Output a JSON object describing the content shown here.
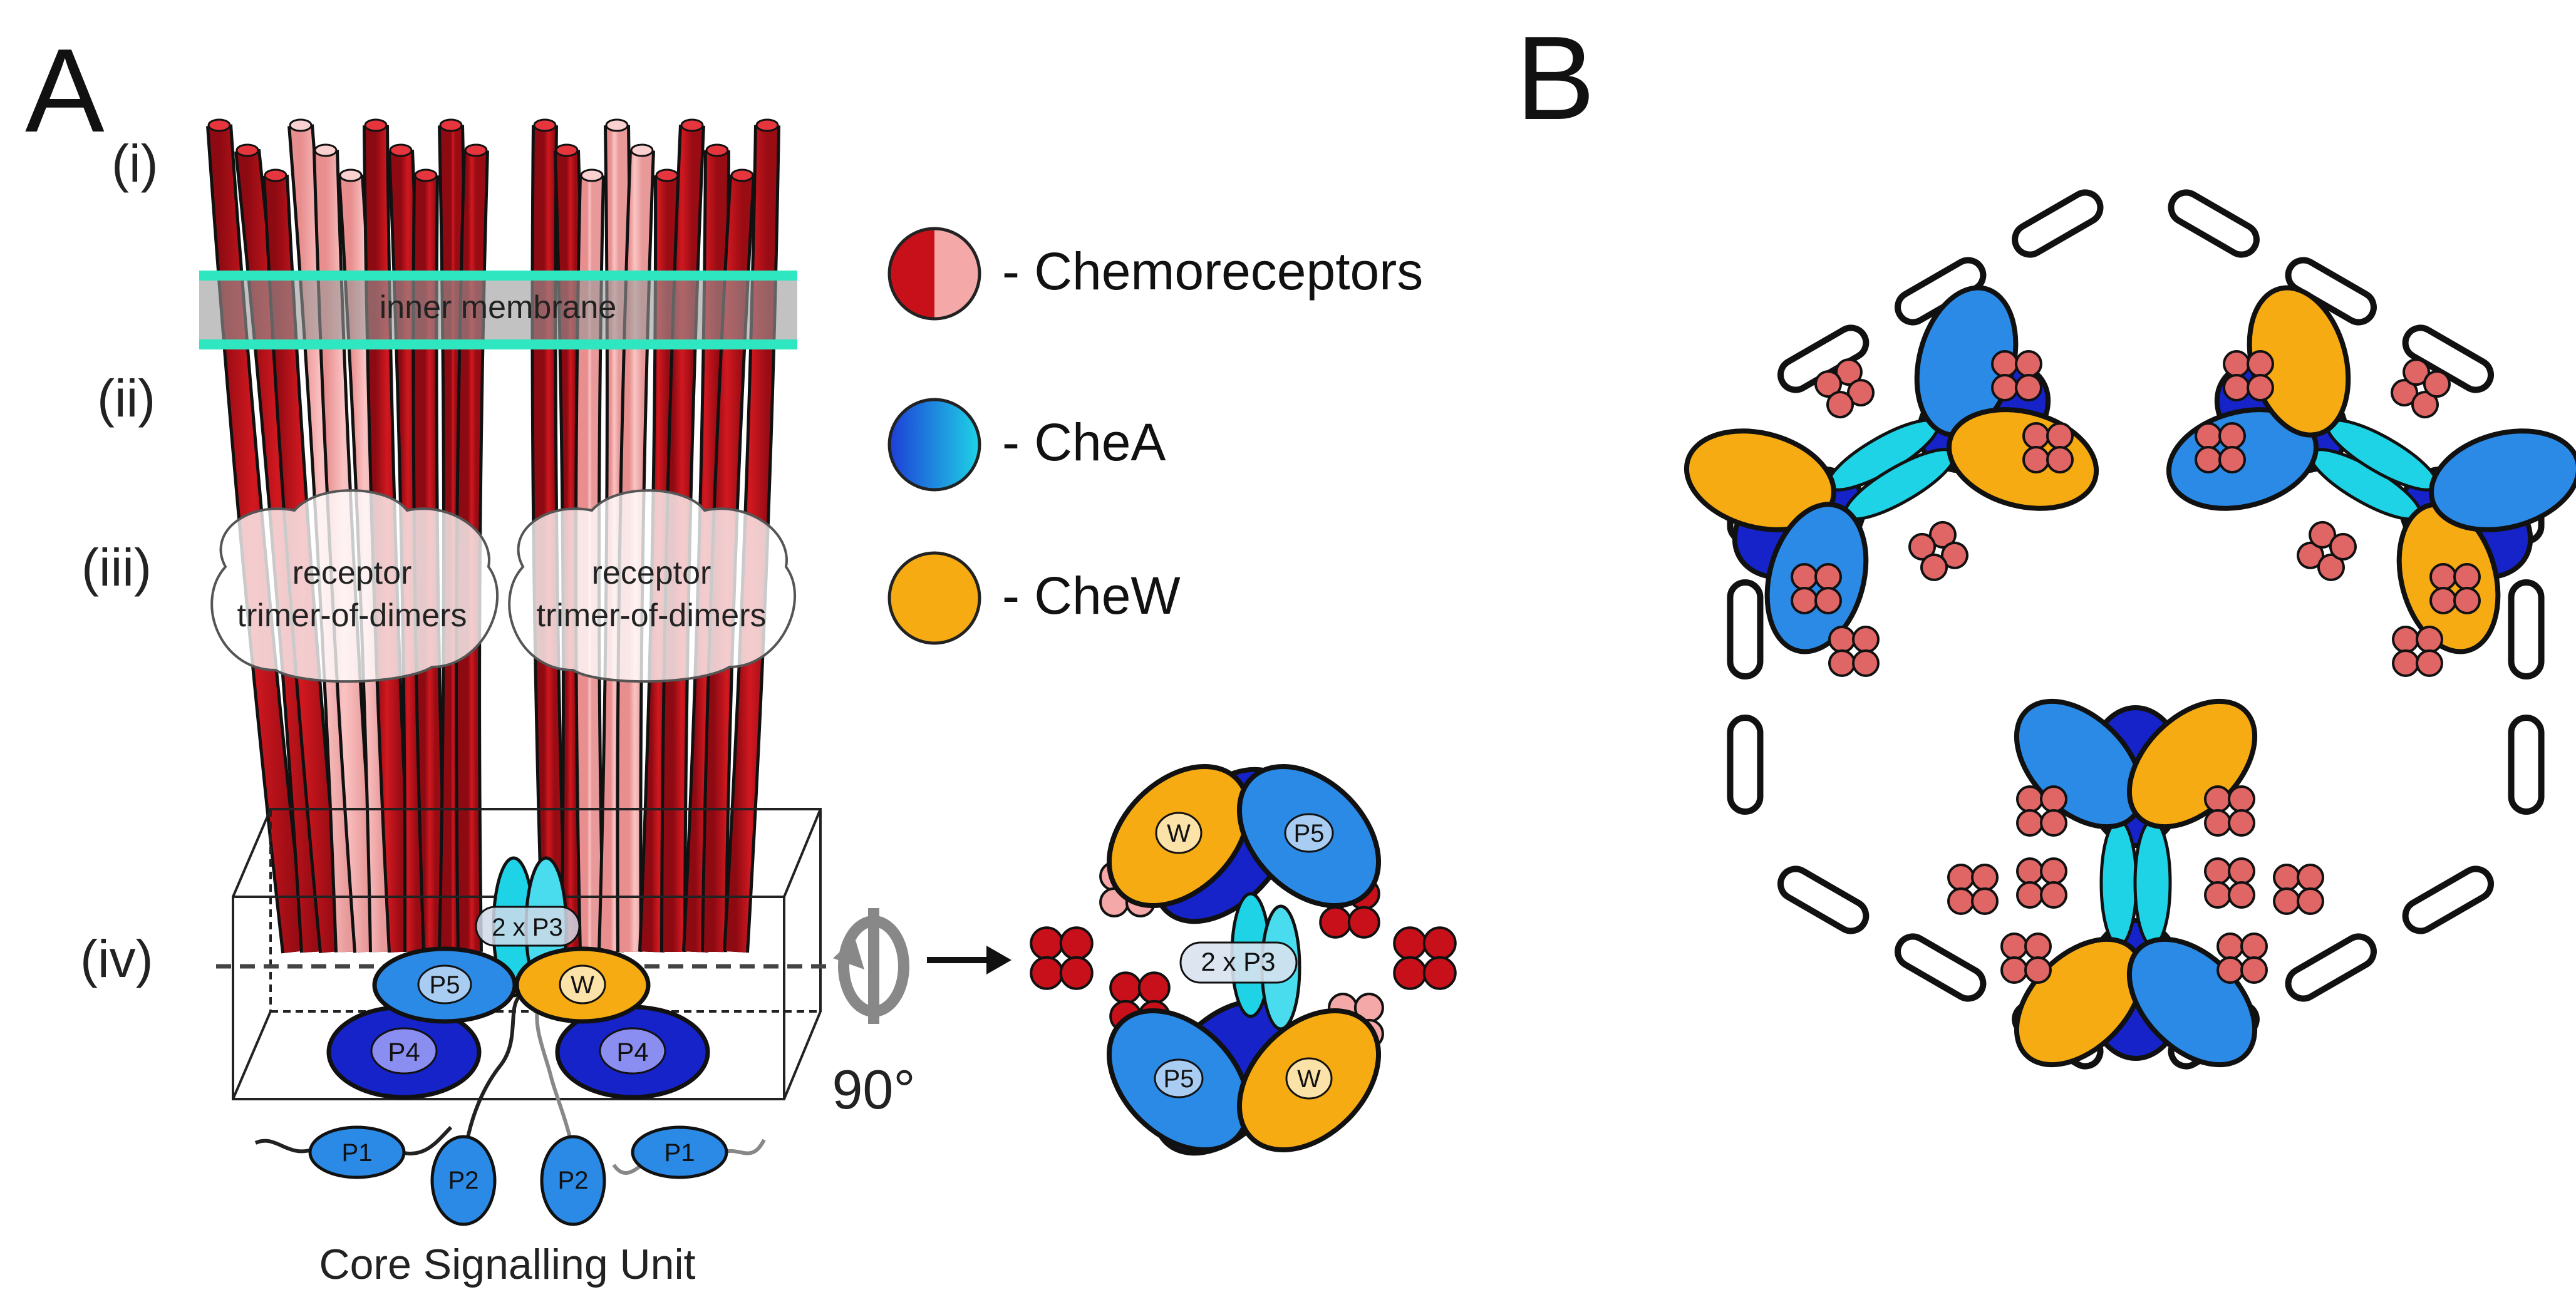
{
  "panel_a": {
    "label": "A",
    "regions": [
      "(i)",
      "(ii)",
      "(iii)",
      "(iv)"
    ],
    "membrane_label": "inner membrane",
    "trimer_label_line1": "receptor",
    "trimer_label_line2": "trimer-of-dimers",
    "core_caption": "Core Signalling Unit",
    "rotation_label": "90°",
    "domains": {
      "p1": "P1",
      "p2": "P2",
      "p3": "2 x P3",
      "p4": "P4",
      "p5": "P5",
      "w": "W"
    }
  },
  "legend": {
    "items": [
      {
        "label": "- Chemoreceptors",
        "colors": [
          "#c8101a",
          "#f5a8a8"
        ]
      },
      {
        "label": "- CheA",
        "colors": [
          "#1d3ed6",
          "#1ed3e6"
        ]
      },
      {
        "label": "- CheW",
        "colors": [
          "#f6ab12"
        ]
      }
    ]
  },
  "panel_b": {
    "label": "B"
  },
  "colors": {
    "receptor_dark": "#c8101a",
    "receptor_light": "#f5a8a8",
    "chea_dark": "#1523c8",
    "chea_mid": "#2b8ae6",
    "chea_light": "#1ed3e6",
    "chew": "#f6ab12",
    "membrane": "#2ee6c0",
    "cluster": "#e06565"
  }
}
